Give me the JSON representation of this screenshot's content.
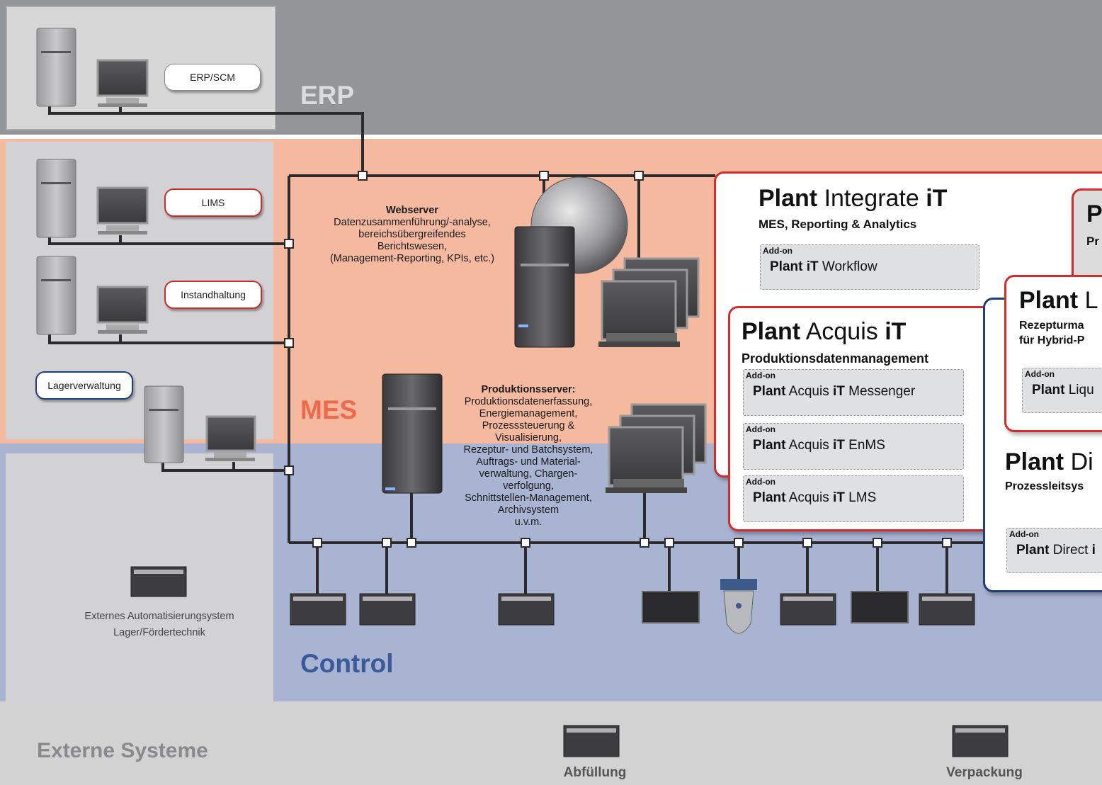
{
  "zones": {
    "erp": "ERP",
    "mes": "MES",
    "control": "Control",
    "extern": "Externe Systeme"
  },
  "systems": {
    "erp_scm": "ERP/SCM",
    "lims": "LIMS",
    "instandhaltung": "Instandhaltung",
    "lagerverwaltung": "Lagerverwaltung"
  },
  "webserver": {
    "title": "Webserver",
    "lines": [
      "Datenzusammenführung/-analyse,",
      "bereichsübergreifendes",
      "Berichtswesen,",
      "(Management-Reporting, KPIs, etc.)"
    ]
  },
  "produktionsserver": {
    "title": "Produktionsserver:",
    "lines": [
      "Produktionsdatenerfassung,",
      "Energiemanagement,",
      "Prozesssteuerung &",
      "Visualisierung,",
      "Rezeptur- und Batchsystem,",
      "Auftrags- und Material-",
      "verwaltung, Chargen-",
      "verfolgung,",
      "Schnittstellen-Management,",
      "Archivsystem",
      "u.v.m."
    ]
  },
  "external_automation": {
    "line1": "Externes Automatisierungsystem",
    "line2": "Lager/Fördertechnik"
  },
  "footer": {
    "abfuellung": "Abfüllung",
    "verpackung": "Verpackung"
  },
  "products": {
    "integrate": {
      "brand": "Plant",
      "name": " Integrate ",
      "suffix": "iT",
      "subtitle": "MES, Reporting & Analytics",
      "addons": [
        {
          "tag": "Add-on",
          "brand": "Plant ",
          "suffix": "iT",
          "name": " Workflow"
        }
      ]
    },
    "p_card": {
      "title": "P",
      "subtitle": "Pr"
    },
    "acquis": {
      "brand": "Plant",
      "name": " Acquis ",
      "suffix": "iT",
      "subtitle": "Produktionsdatenmanagement",
      "addons": [
        {
          "tag": "Add-on",
          "brand": "Plant",
          "name": " Acquis ",
          "suffix": "iT",
          "rest": " Messenger"
        },
        {
          "tag": "Add-on",
          "brand": "Plant",
          "name": " Acquis ",
          "suffix": "iT",
          "rest": " EnMS"
        },
        {
          "tag": "Add-on",
          "brand": "Plant",
          "name": " Acquis ",
          "suffix": "iT",
          "rest": " LMS"
        }
      ]
    },
    "liquids": {
      "brand": "Plant",
      "name": " L",
      "subtitle1": "Rezepturma",
      "subtitle2": "für Hybrid-P",
      "addon": {
        "tag": "Add-on",
        "brand": "Plant",
        "name": " Liqu"
      }
    },
    "direct": {
      "brand": "Plant",
      "name": " Di",
      "subtitle": "Prozessleitsys",
      "addon": {
        "tag": "Add-on",
        "brand": "Plant",
        "name": " Direct ",
        "suffix": "i"
      }
    }
  },
  "colors": {
    "erp_bg": "#949598",
    "mes_bg": "#f5b9a0",
    "control_bg": "#a9b4d3",
    "extern_bg": "#d2d2d3",
    "red_accent": "#d42b2b",
    "blue_accent": "#1f3f7a"
  }
}
